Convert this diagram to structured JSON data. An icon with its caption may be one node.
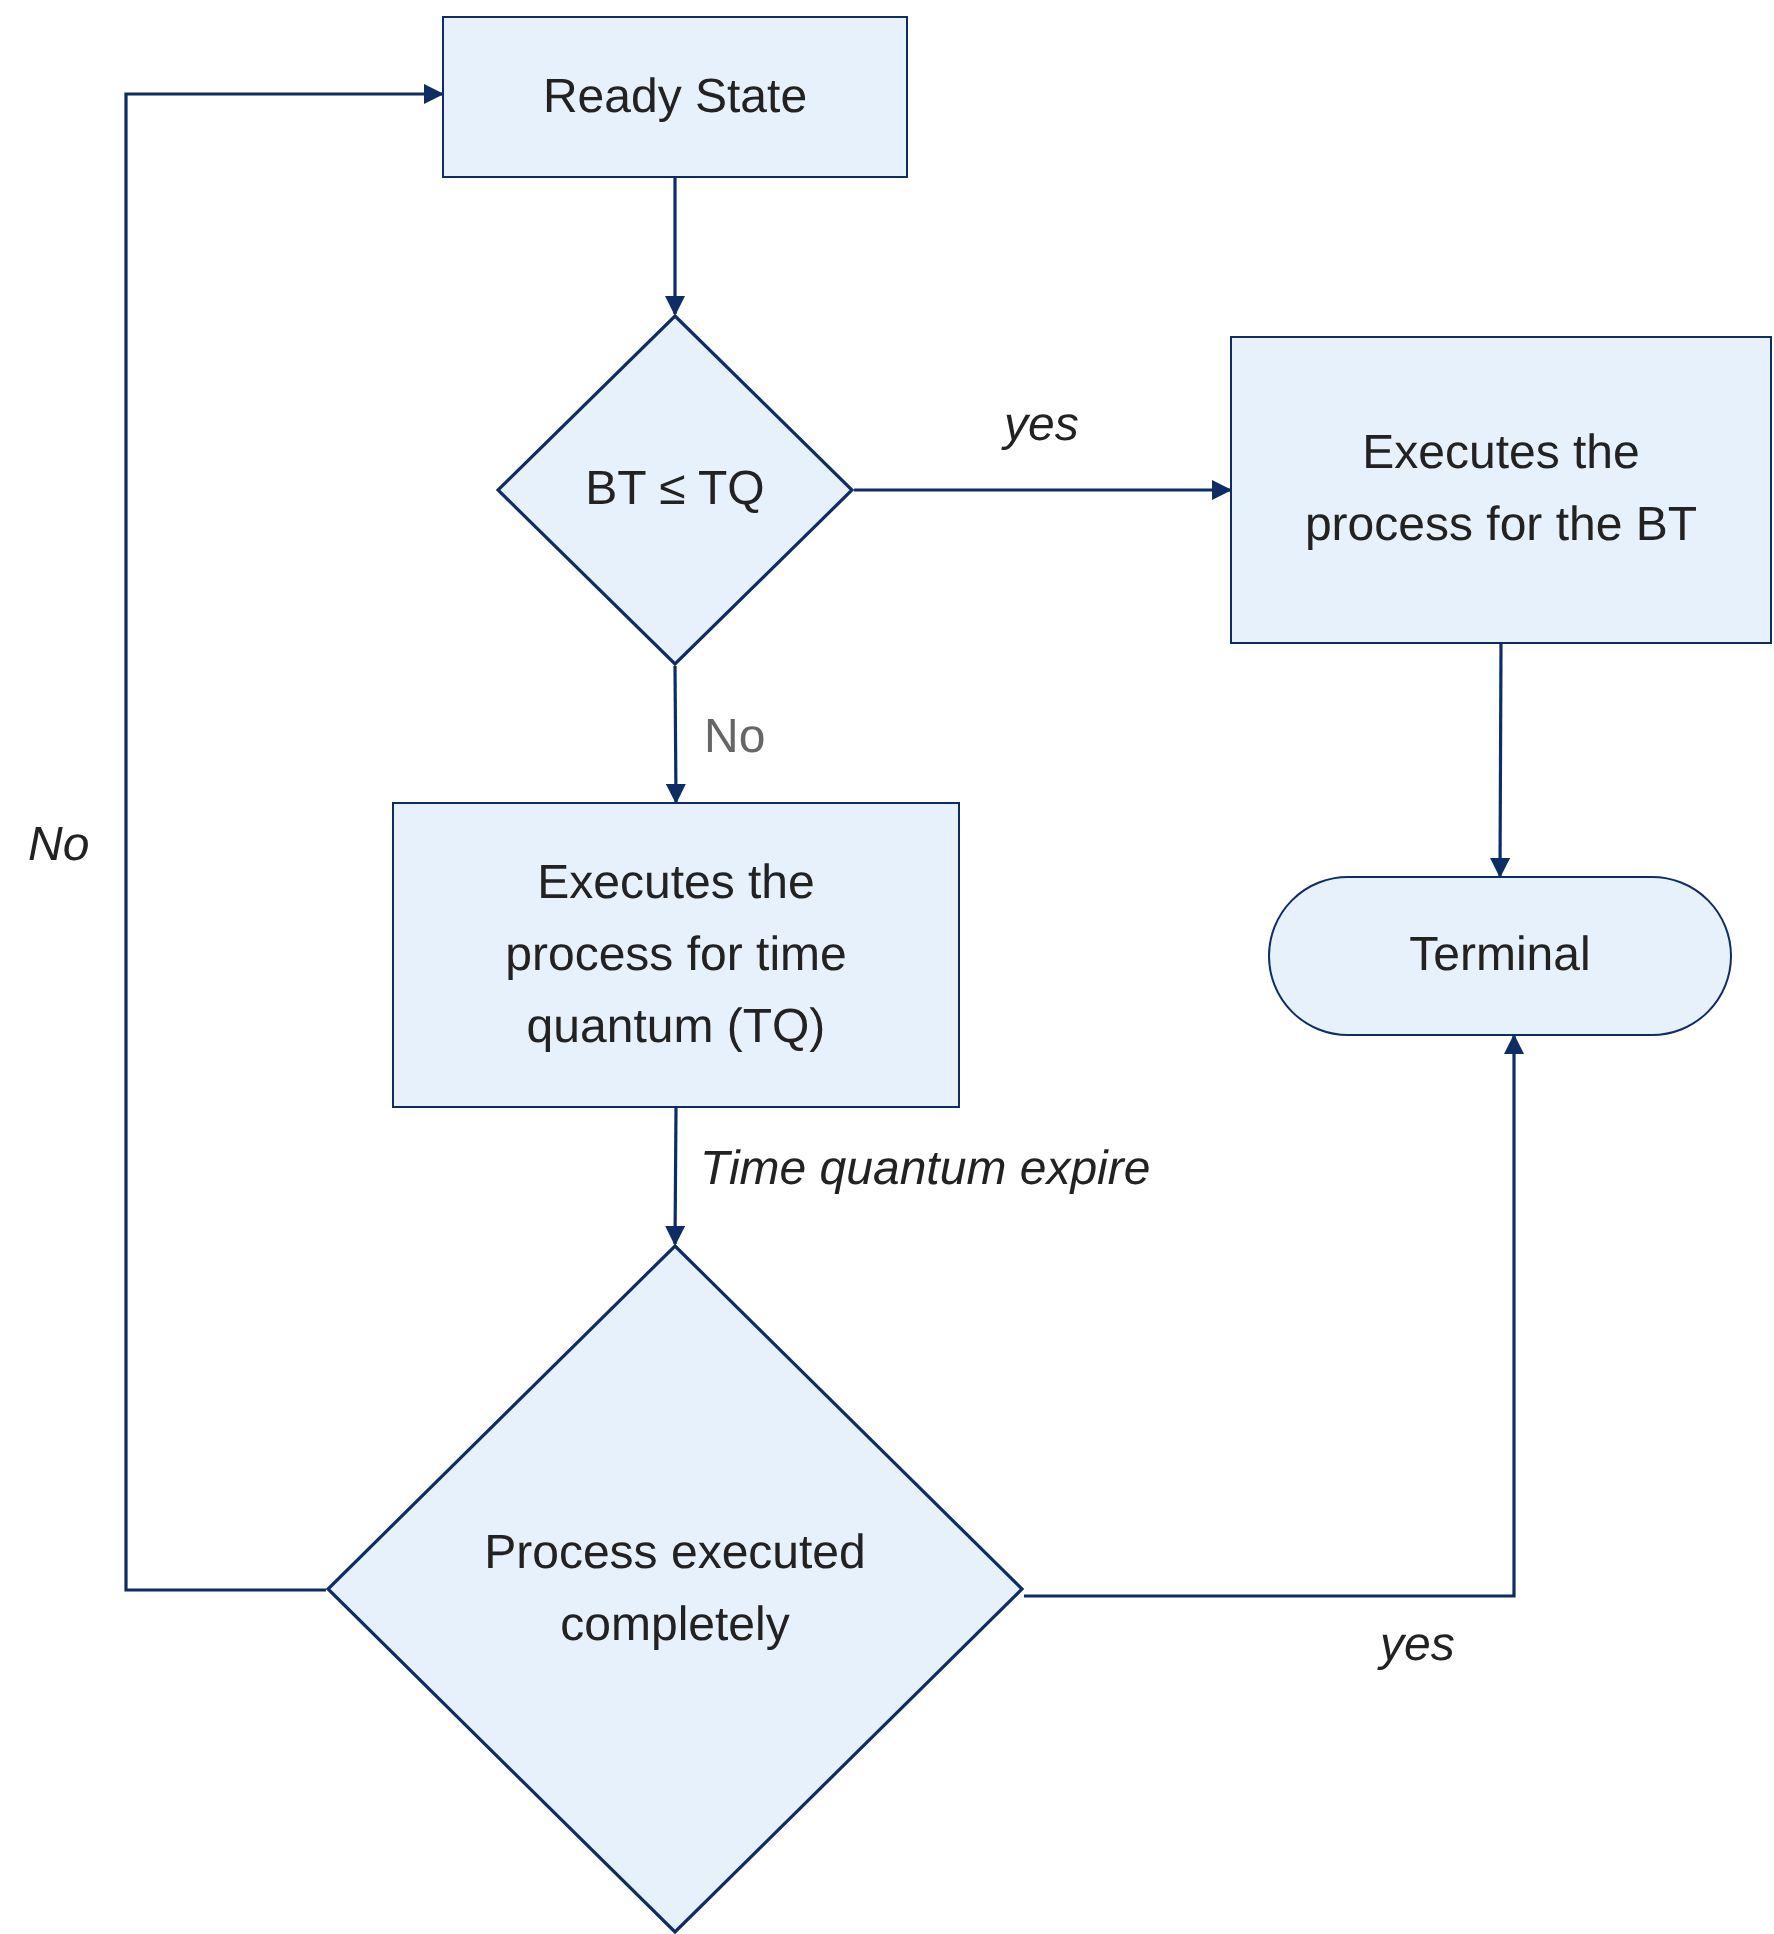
{
  "diagram": {
    "nodes": [
      {
        "text": [
          "Ready State"
        ]
      },
      {
        "text": [
          "BT ≤ TQ"
        ]
      },
      {
        "text": [
          "Executes the process for the BT"
        ]
      },
      {
        "text": [
          "Executes the process for time quantum (TQ)"
        ]
      },
      {
        "text": [
          "Terminal"
        ]
      },
      {
        "text": [
          "Process executed completely"
        ]
      }
    ],
    "edges": [
      {
        "from": 0,
        "to": 1,
        "arrow": "to"
      },
      {
        "from": 1,
        "to": 2,
        "arrow": "to",
        "label": "yes"
      },
      {
        "from": 1,
        "to": 3,
        "arrow": "to",
        "label": "No"
      },
      {
        "from": 2,
        "to": 4,
        "arrow": "to"
      },
      {
        "from": 3,
        "to": 5,
        "arrow": "to",
        "label": "Time quantum expire"
      },
      {
        "from": 5,
        "to": 4,
        "arrow": "to",
        "label": "yes"
      },
      {
        "from": 5,
        "to": 0,
        "arrow": "to",
        "label": "No"
      }
    ]
  }
}
